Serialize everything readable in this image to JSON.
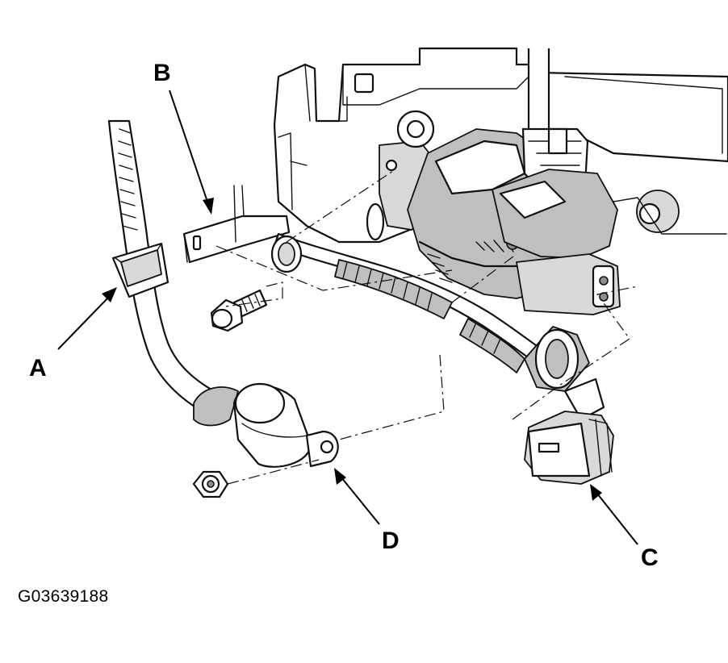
{
  "callouts": [
    {
      "label": "A"
    },
    {
      "label": "B"
    },
    {
      "label": "C"
    },
    {
      "label": "D"
    }
  ],
  "figure_id": "G03639188"
}
